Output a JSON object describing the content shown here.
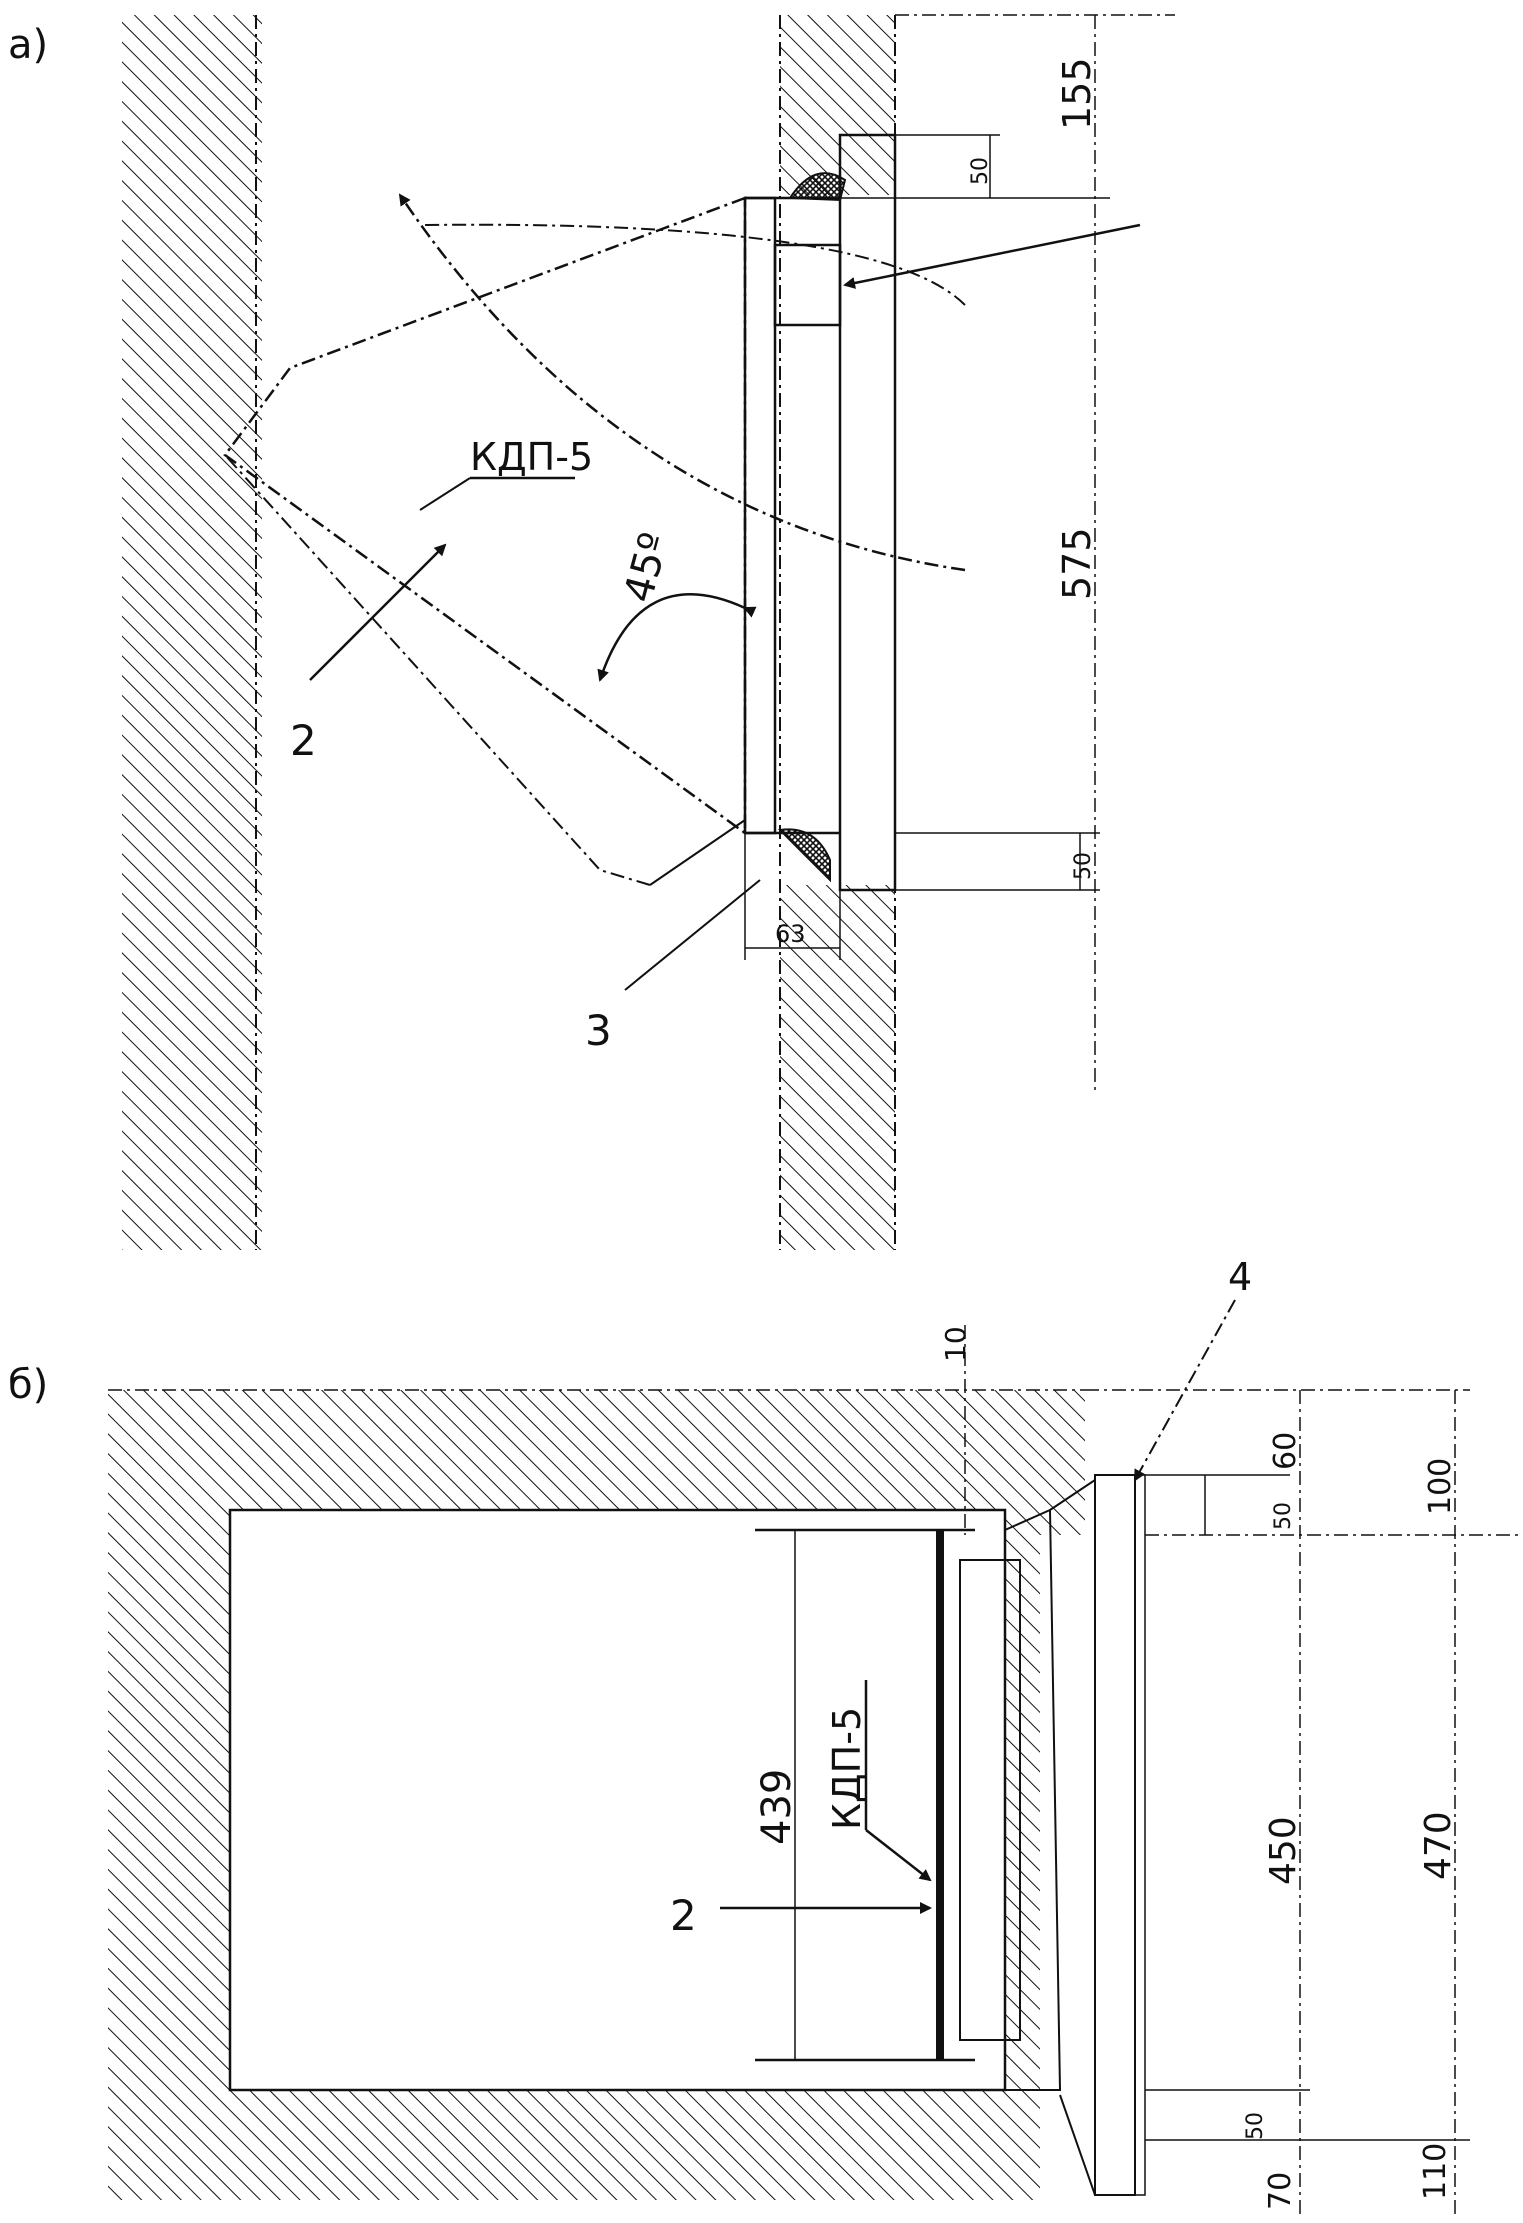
{
  "drawing": {
    "ink_color": "#111111",
    "paper_color": "#ffffff",
    "view_a": {
      "label": "а)",
      "dimensions": {
        "top_offset": "155",
        "small_top": "50",
        "height": "575",
        "small_bottom": "50",
        "width": "63"
      },
      "angle": "45º",
      "element_label": "КДП-5",
      "callouts": [
        "2",
        "3"
      ]
    },
    "view_b": {
      "label": "б)",
      "dimensions": {
        "top_gap": "10",
        "inner_height": "439",
        "d60": "60",
        "d50_top": "50",
        "d100": "100",
        "d450": "450",
        "d470": "470",
        "d70": "70",
        "d50_bottom": "50",
        "d110": "110"
      },
      "element_label": "КДП-5",
      "callouts": [
        "2",
        "4"
      ]
    }
  }
}
